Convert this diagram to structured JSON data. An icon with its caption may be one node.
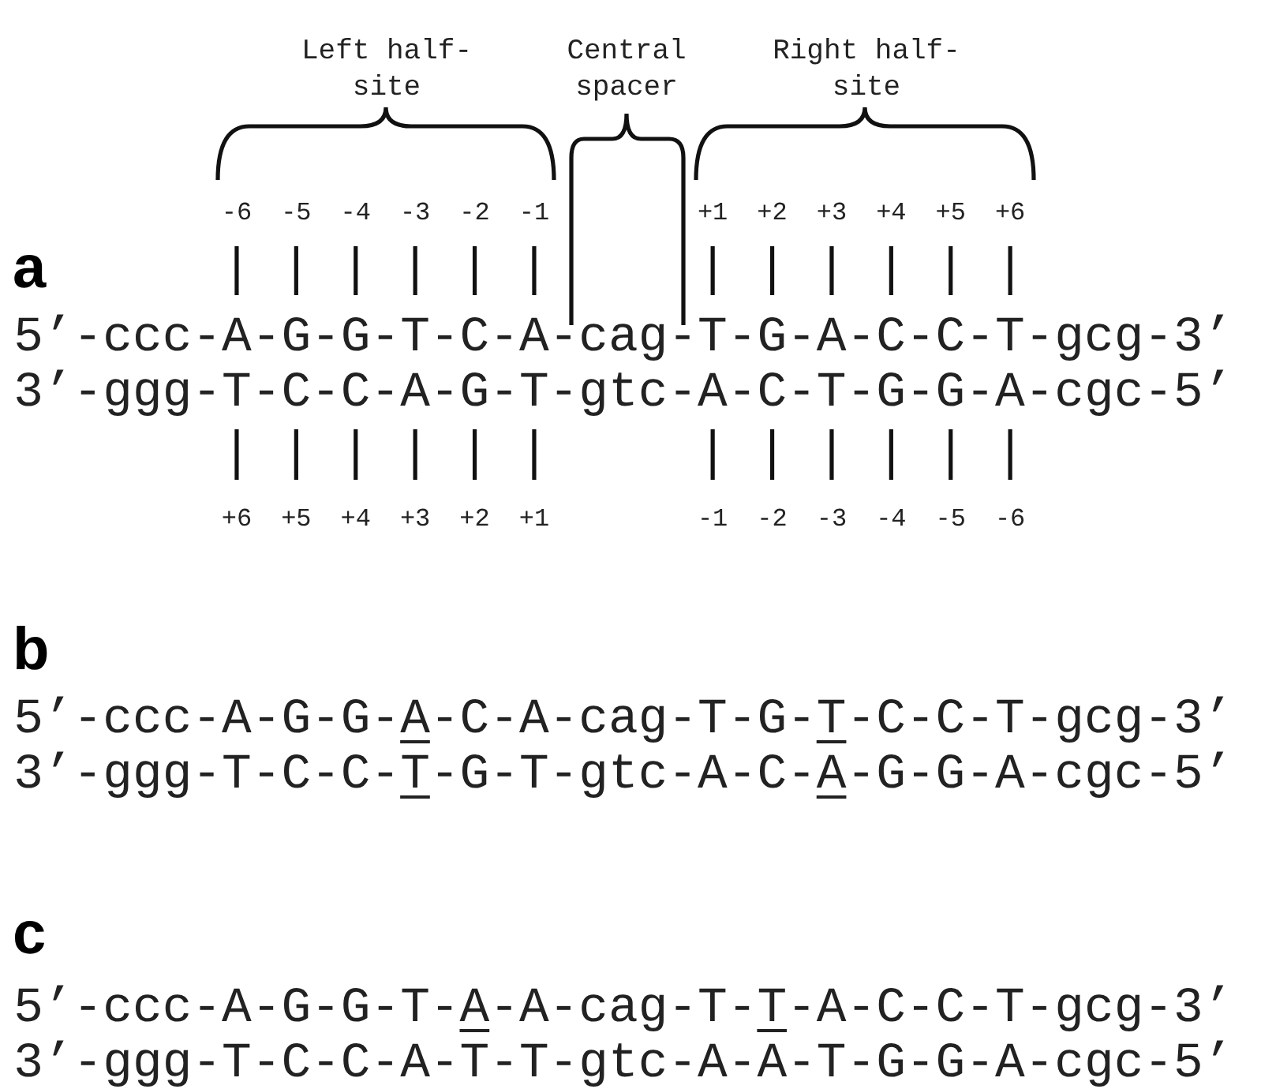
{
  "diagram": {
    "labels": [
      "Left half-site",
      "Central spacer",
      "Right half-site",
      "-6",
      "-5",
      "-4",
      "-3",
      "-2",
      "-1",
      "+1",
      "+2",
      "+3",
      "+4",
      "+5",
      "+6",
      "a",
      "5’-ccc-A-G-G-T-C-A-cag-T-G-A-C-C-T-gcg-3’",
      "3’-ggg-T-C-C-A-G-T-gtc-A-C-T-G-G-A-cgc-5’",
      "+6",
      "+5",
      "+4",
      "+3",
      "+2",
      "+1",
      "-1",
      "-2",
      "-3",
      "-4",
      "-5",
      "-6",
      "b",
      "5’-ccc-A-G-G-A-C-A-cag-T-G-T-C-C-T-gcg-3’",
      "3’-ggg-T-C-C-T-G-T-gtc-A-C-A-G-G-A-cgc-5’",
      "c",
      "5’-ccc-A-G-G-T-A-A-cag-T-T-A-C-C-T-gcg-3’",
      "3’-ggg-T-C-C-A-T-T-gtc-A-A-T-G-G-A-cgc-5’"
    ]
  }
}
